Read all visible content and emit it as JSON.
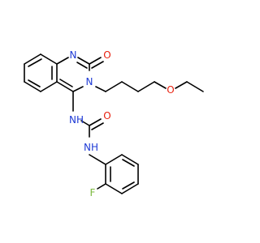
{
  "colors": {
    "bond": "#000000",
    "nitrogen": "#1f3bd6",
    "oxygen": "#e8200f",
    "fluorine": "#7ab83c",
    "background": "#ffffff"
  },
  "atoms": {
    "n_ring_top": "N",
    "n_ring_3": "N",
    "o_carbonyl_ring": "O",
    "o_ether": "O",
    "nh_left": "NH",
    "o_urea": "O",
    "nh_right": "NH",
    "f": "F"
  }
}
